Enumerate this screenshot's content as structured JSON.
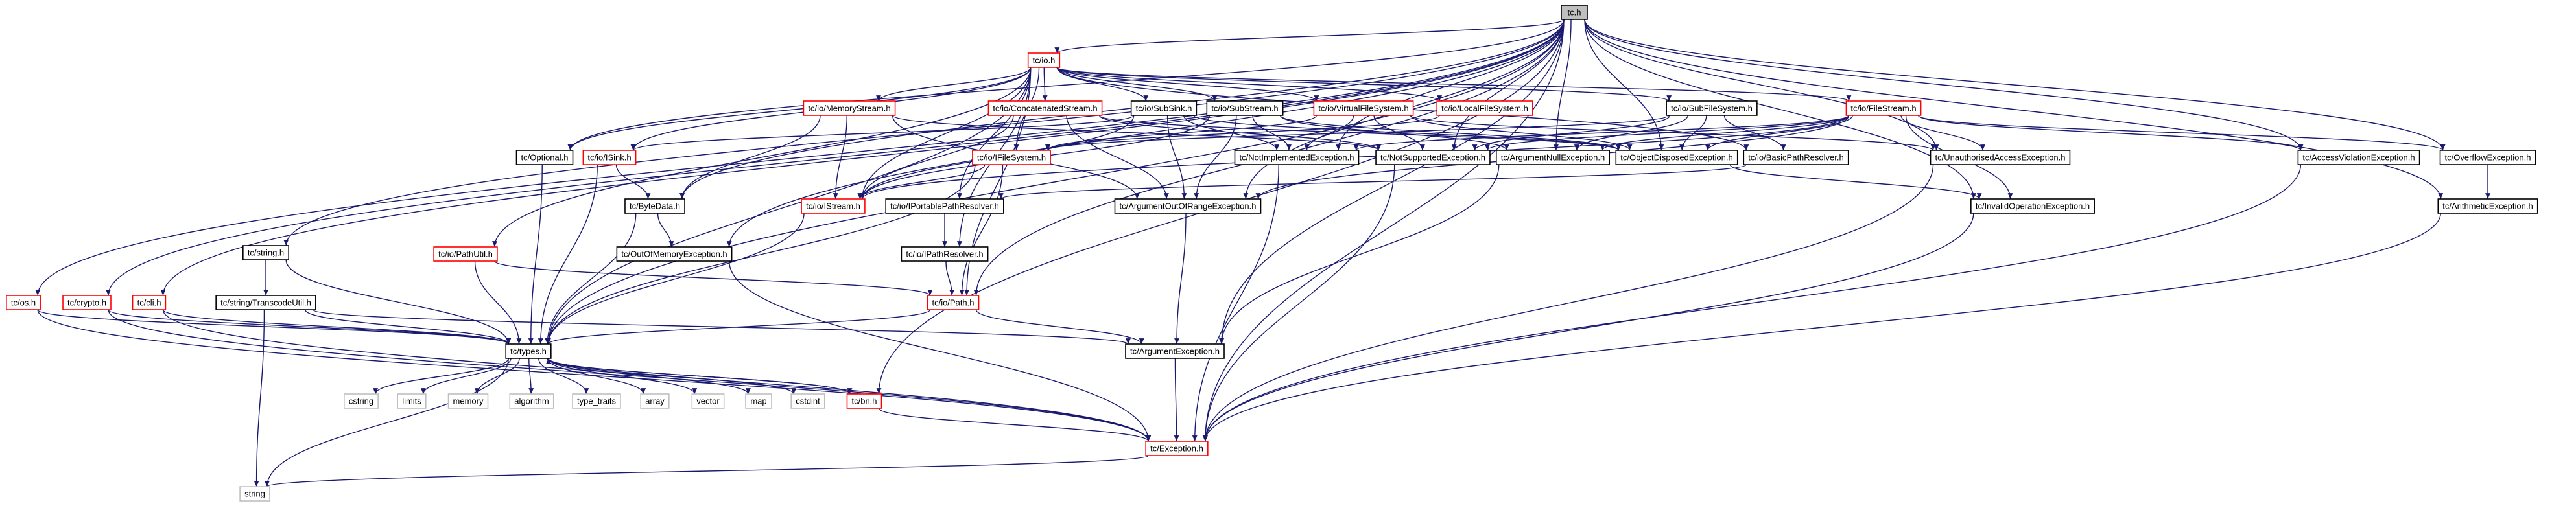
{
  "graph": {
    "colors": {
      "edge": "#191970",
      "root_fill": "#bfbfbf",
      "normal_fill": "#ffffff",
      "normal_border": "#000000",
      "linked_border": "#ff0000",
      "text": "#000000",
      "leaf_border": "#bfbfbf"
    },
    "nodes": [
      {
        "id": "tc_h",
        "label": "tc.h",
        "kind": "root"
      },
      {
        "id": "io_h",
        "label": "tc/io.h",
        "kind": "linked"
      },
      {
        "id": "os_h",
        "label": "tc/os.h",
        "kind": "linked"
      },
      {
        "id": "crypto_h",
        "label": "tc/crypto.h",
        "kind": "linked"
      },
      {
        "id": "cli_h",
        "label": "tc/cli.h",
        "kind": "linked"
      },
      {
        "id": "string_h",
        "label": "tc/string.h",
        "kind": "normal"
      },
      {
        "id": "transcode",
        "label": "tc/string/TranscodeUtil.h",
        "kind": "normal"
      },
      {
        "id": "memstream",
        "label": "tc/io/MemoryStream.h",
        "kind": "linked"
      },
      {
        "id": "concat",
        "label": "tc/io/ConcatenatedStream.h",
        "kind": "linked"
      },
      {
        "id": "subsink",
        "label": "tc/io/SubSink.h",
        "kind": "normal"
      },
      {
        "id": "substream",
        "label": "tc/io/SubStream.h",
        "kind": "normal"
      },
      {
        "id": "vfs",
        "label": "tc/io/VirtualFileSystem.h",
        "kind": "linked"
      },
      {
        "id": "lfs",
        "label": "tc/io/LocalFileSystem.h",
        "kind": "linked"
      },
      {
        "id": "subfs",
        "label": "tc/io/SubFileSystem.h",
        "kind": "normal"
      },
      {
        "id": "filestream",
        "label": "tc/io/FileStream.h",
        "kind": "linked"
      },
      {
        "id": "optional",
        "label": "tc/Optional.h",
        "kind": "normal"
      },
      {
        "id": "isink",
        "label": "tc/io/ISink.h",
        "kind": "linked"
      },
      {
        "id": "ifilesystem",
        "label": "tc/io/IFileSystem.h",
        "kind": "linked"
      },
      {
        "id": "notimpl",
        "label": "tc/NotImplementedException.h",
        "kind": "normal"
      },
      {
        "id": "notsupp",
        "label": "tc/NotSupportedException.h",
        "kind": "normal"
      },
      {
        "id": "argnull",
        "label": "tc/ArgumentNullException.h",
        "kind": "normal"
      },
      {
        "id": "objdisp",
        "label": "tc/ObjectDisposedException.h",
        "kind": "normal"
      },
      {
        "id": "basicpath",
        "label": "tc/io/BasicPathResolver.h",
        "kind": "normal"
      },
      {
        "id": "unauth",
        "label": "tc/UnauthorisedAccessException.h",
        "kind": "normal"
      },
      {
        "id": "accviol",
        "label": "tc/AccessViolationException.h",
        "kind": "normal"
      },
      {
        "id": "overflow",
        "label": "tc/OverflowException.h",
        "kind": "normal"
      },
      {
        "id": "bytedata",
        "label": "tc/ByteData.h",
        "kind": "normal"
      },
      {
        "id": "istream",
        "label": "tc/io/IStream.h",
        "kind": "linked"
      },
      {
        "id": "iportable",
        "label": "tc/io/IPortablePathResolver.h",
        "kind": "normal"
      },
      {
        "id": "argoor",
        "label": "tc/ArgumentOutOfRangeException.h",
        "kind": "normal"
      },
      {
        "id": "invalidop",
        "label": "tc/InvalidOperationException.h",
        "kind": "normal"
      },
      {
        "id": "arith",
        "label": "tc/ArithmeticException.h",
        "kind": "normal"
      },
      {
        "id": "pathutil",
        "label": "tc/io/PathUtil.h",
        "kind": "linked"
      },
      {
        "id": "oom",
        "label": "tc/OutOfMemoryException.h",
        "kind": "normal"
      },
      {
        "id": "ipathres",
        "label": "tc/io/IPathResolver.h",
        "kind": "normal"
      },
      {
        "id": "path",
        "label": "tc/io/Path.h",
        "kind": "linked"
      },
      {
        "id": "types",
        "label": "tc/types.h",
        "kind": "normal"
      },
      {
        "id": "argexc",
        "label": "tc/ArgumentException.h",
        "kind": "normal"
      },
      {
        "id": "cstring",
        "label": "cstring",
        "kind": "leaf"
      },
      {
        "id": "limits",
        "label": "limits",
        "kind": "leaf"
      },
      {
        "id": "memory",
        "label": "memory",
        "kind": "leaf"
      },
      {
        "id": "algorithm",
        "label": "algorithm",
        "kind": "leaf"
      },
      {
        "id": "type_traits",
        "label": "type_traits",
        "kind": "leaf"
      },
      {
        "id": "array",
        "label": "array",
        "kind": "leaf"
      },
      {
        "id": "vector",
        "label": "vector",
        "kind": "leaf"
      },
      {
        "id": "map",
        "label": "map",
        "kind": "leaf"
      },
      {
        "id": "cstdint",
        "label": "cstdint",
        "kind": "leaf"
      },
      {
        "id": "bn_h",
        "label": "tc/bn.h",
        "kind": "linked"
      },
      {
        "id": "exception",
        "label": "tc/Exception.h",
        "kind": "linked"
      },
      {
        "id": "string",
        "label": "string",
        "kind": "leaf"
      }
    ],
    "edges": [
      [
        "tc_h",
        "io_h"
      ],
      [
        "tc_h",
        "os_h"
      ],
      [
        "tc_h",
        "crypto_h"
      ],
      [
        "tc_h",
        "cli_h"
      ],
      [
        "tc_h",
        "string_h"
      ],
      [
        "tc_h",
        "optional"
      ],
      [
        "tc_h",
        "bytedata"
      ],
      [
        "tc_h",
        "oom"
      ],
      [
        "tc_h",
        "exception"
      ],
      [
        "tc_h",
        "types"
      ],
      [
        "tc_h",
        "notimpl"
      ],
      [
        "tc_h",
        "notsupp"
      ],
      [
        "tc_h",
        "argnull"
      ],
      [
        "tc_h",
        "objdisp"
      ],
      [
        "tc_h",
        "unauth"
      ],
      [
        "tc_h",
        "accviol"
      ],
      [
        "tc_h",
        "overflow"
      ],
      [
        "tc_h",
        "arith"
      ],
      [
        "tc_h",
        "invalidop"
      ],
      [
        "tc_h",
        "argexc"
      ],
      [
        "tc_h",
        "argoor"
      ],
      [
        "tc_h",
        "bn_h"
      ],
      [
        "tc_h",
        "path"
      ],
      [
        "io_h",
        "memstream"
      ],
      [
        "io_h",
        "concat"
      ],
      [
        "io_h",
        "subsink"
      ],
      [
        "io_h",
        "substream"
      ],
      [
        "io_h",
        "vfs"
      ],
      [
        "io_h",
        "lfs"
      ],
      [
        "io_h",
        "subfs"
      ],
      [
        "io_h",
        "filestream"
      ],
      [
        "io_h",
        "optional"
      ],
      [
        "io_h",
        "isink"
      ],
      [
        "io_h",
        "ifilesystem"
      ],
      [
        "io_h",
        "istream"
      ],
      [
        "io_h",
        "basicpath"
      ],
      [
        "io_h",
        "iportable"
      ],
      [
        "io_h",
        "ipathres"
      ],
      [
        "io_h",
        "pathutil"
      ],
      [
        "io_h",
        "path"
      ],
      [
        "io_h",
        "types"
      ],
      [
        "memstream",
        "istream"
      ],
      [
        "memstream",
        "bytedata"
      ],
      [
        "memstream",
        "argoor"
      ],
      [
        "memstream",
        "notsupp"
      ],
      [
        "concat",
        "istream"
      ],
      [
        "concat",
        "notsupp"
      ],
      [
        "concat",
        "argoor"
      ],
      [
        "concat",
        "objdisp"
      ],
      [
        "subsink",
        "isink"
      ],
      [
        "subsink",
        "istream"
      ],
      [
        "subsink",
        "notimpl"
      ],
      [
        "subsink",
        "argoor"
      ],
      [
        "subsink",
        "objdisp"
      ],
      [
        "substream",
        "istream"
      ],
      [
        "substream",
        "notimpl"
      ],
      [
        "substream",
        "argnull"
      ],
      [
        "substream",
        "argoor"
      ],
      [
        "substream",
        "objdisp"
      ],
      [
        "vfs",
        "ifilesystem"
      ],
      [
        "vfs",
        "notimpl"
      ],
      [
        "vfs",
        "notsupp"
      ],
      [
        "vfs",
        "objdisp"
      ],
      [
        "vfs",
        "unauth"
      ],
      [
        "lfs",
        "ifilesystem"
      ],
      [
        "subfs",
        "ifilesystem"
      ],
      [
        "subfs",
        "basicpath"
      ],
      [
        "subfs",
        "notsupp"
      ],
      [
        "subfs",
        "argnull"
      ],
      [
        "subfs",
        "objdisp"
      ],
      [
        "filestream",
        "istream"
      ],
      [
        "filestream",
        "notimpl"
      ],
      [
        "filestream",
        "notsupp"
      ],
      [
        "filestream",
        "argnull"
      ],
      [
        "filestream",
        "objdisp"
      ],
      [
        "filestream",
        "unauth"
      ],
      [
        "filestream",
        "accviol"
      ],
      [
        "filestream",
        "overflow"
      ],
      [
        "filestream",
        "argoor"
      ],
      [
        "filestream",
        "invalidop"
      ],
      [
        "optional",
        "types"
      ],
      [
        "isink",
        "bytedata"
      ],
      [
        "isink",
        "types"
      ],
      [
        "ifilesystem",
        "istream"
      ],
      [
        "ifilesystem",
        "path"
      ],
      [
        "ifilesystem",
        "types"
      ],
      [
        "notimpl",
        "exception"
      ],
      [
        "notsupp",
        "exception"
      ],
      [
        "argnull",
        "argexc"
      ],
      [
        "objdisp",
        "invalidop"
      ],
      [
        "basicpath",
        "iportable"
      ],
      [
        "unauth",
        "exception"
      ],
      [
        "accviol",
        "exception"
      ],
      [
        "overflow",
        "arith"
      ],
      [
        "bytedata",
        "types"
      ],
      [
        "bytedata",
        "oom"
      ],
      [
        "istream",
        "types"
      ],
      [
        "iportable",
        "ipathres"
      ],
      [
        "argoor",
        "argexc"
      ],
      [
        "invalidop",
        "exception"
      ],
      [
        "arith",
        "exception"
      ],
      [
        "pathutil",
        "types"
      ],
      [
        "pathutil",
        "path"
      ],
      [
        "oom",
        "exception"
      ],
      [
        "ipathres",
        "path"
      ],
      [
        "path",
        "types"
      ],
      [
        "path",
        "argexc"
      ],
      [
        "string_h",
        "transcode"
      ],
      [
        "string_h",
        "types"
      ],
      [
        "transcode",
        "types"
      ],
      [
        "transcode",
        "argexc"
      ],
      [
        "transcode",
        "string"
      ],
      [
        "os_h",
        "types"
      ],
      [
        "os_h",
        "exception"
      ],
      [
        "crypto_h",
        "types"
      ],
      [
        "crypto_h",
        "exception"
      ],
      [
        "cli_h",
        "types"
      ],
      [
        "cli_h",
        "exception"
      ],
      [
        "types",
        "cstring"
      ],
      [
        "types",
        "limits"
      ],
      [
        "types",
        "memory"
      ],
      [
        "types",
        "algorithm"
      ],
      [
        "types",
        "type_traits"
      ],
      [
        "types",
        "array"
      ],
      [
        "types",
        "vector"
      ],
      [
        "types",
        "map"
      ],
      [
        "types",
        "cstdint"
      ],
      [
        "types",
        "bn_h"
      ],
      [
        "types",
        "string"
      ],
      [
        "bn_h",
        "types"
      ],
      [
        "bn_h",
        "exception"
      ],
      [
        "argexc",
        "exception"
      ],
      [
        "exception",
        "string"
      ]
    ]
  }
}
